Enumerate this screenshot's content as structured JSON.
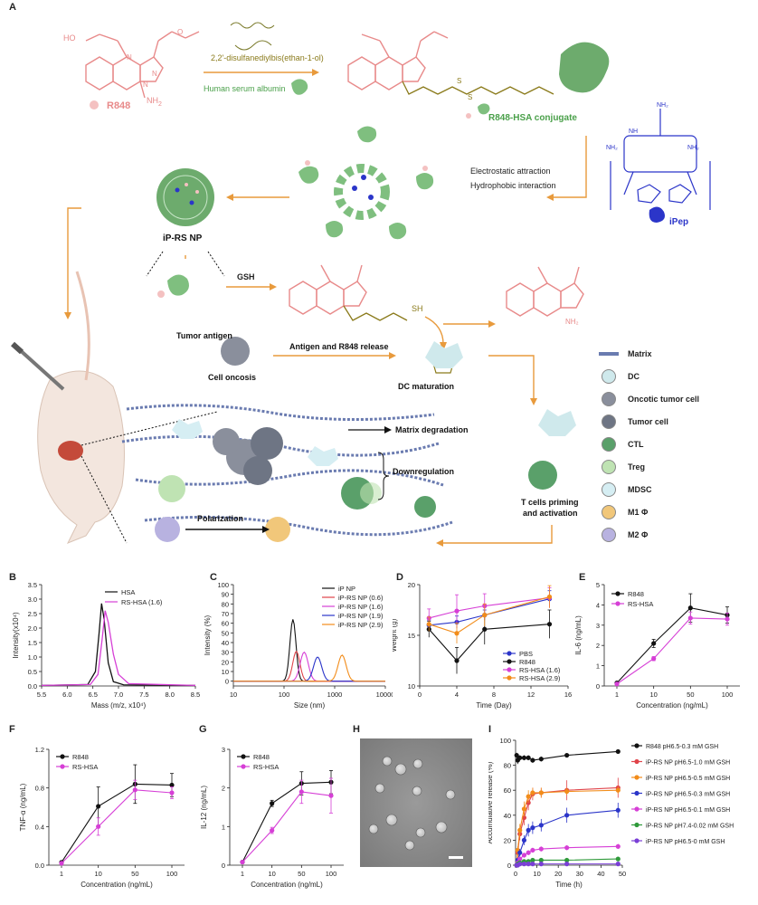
{
  "panels": {
    "A": "A",
    "B": "B",
    "C": "C",
    "D": "D",
    "E": "E",
    "F": "F",
    "G": "G",
    "H": "H",
    "I": "I"
  },
  "schematic": {
    "r848_label": "R848",
    "nh2": "NH",
    "nh2_sub": "2",
    "reagent": "2,2'-disulfanediylbis(ethan-1-ol)",
    "albumin": "Human serum albumin",
    "conjugate": "R848-HSA conjugate",
    "electrostatic": "Electrostatic attraction",
    "hydrophobic": "Hydrophobic interaction",
    "nanoparticle": "iP-RS NP",
    "ipep": "iPep",
    "gsh": "GSH",
    "tumor_antigen": "Tumor antigen",
    "antigen_release": "Antigen and R848 release",
    "cell_oncosis": "Cell oncosis",
    "dc_maturation": "DC maturation",
    "matrix_degradation": "Matrix degradation",
    "downregulation": "Downregulation",
    "polarization": "Polarization",
    "t_cells_1": "T cells priming",
    "t_cells_2": "and activation",
    "legend": [
      {
        "label": "Matrix",
        "color": "#6a7bb0"
      },
      {
        "label": "DC",
        "color": "#cfe9ec"
      },
      {
        "label": "Oncotic tumor cell",
        "color": "#8a8f9c"
      },
      {
        "label": "Tumor cell",
        "color": "#6e7584"
      },
      {
        "label": "CTL",
        "color": "#5aa06a"
      },
      {
        "label": "Treg",
        "color": "#bfe3b3"
      },
      {
        "label": "MDSC",
        "color": "#d6eef3"
      },
      {
        "label": "M1 Φ",
        "color": "#f1c77a"
      },
      {
        "label": "M2 Φ",
        "color": "#b8b2e0"
      }
    ]
  },
  "chart_data": [
    {
      "panel": "B",
      "type": "line",
      "xlabel": "Mass (m/z, x10⁴)",
      "ylabel": "Intensity(x10⁴)",
      "xlim": [
        5.5,
        8.5
      ],
      "ylim": [
        0,
        3.5
      ],
      "xticks": [
        "5.5",
        "6.0",
        "6.5",
        "7.0",
        "7.5",
        "8.0",
        "8.5"
      ],
      "yticks": [
        "0.0",
        "0.5",
        "1.0",
        "1.5",
        "2.0",
        "2.5",
        "3.0",
        "3.5"
      ],
      "legend": [
        "HSA",
        "RS-HSA (1.6)"
      ],
      "series": [
        {
          "name": "HSA",
          "color": "#111111",
          "x": [
            5.5,
            6.4,
            6.55,
            6.62,
            6.67,
            6.72,
            6.8,
            6.9,
            7.1,
            8.5
          ],
          "y": [
            0.02,
            0.05,
            0.5,
            1.8,
            2.85,
            2.3,
            0.8,
            0.15,
            0.04,
            0.02
          ]
        },
        {
          "name": "RS-HSA (1.6)",
          "color": "#d63fd6",
          "x": [
            5.5,
            6.45,
            6.6,
            6.68,
            6.74,
            6.8,
            6.9,
            7.0,
            7.2,
            8.5
          ],
          "y": [
            0.02,
            0.05,
            0.4,
            1.6,
            2.6,
            2.2,
            1.1,
            0.4,
            0.08,
            0.02
          ]
        }
      ]
    },
    {
      "panel": "C",
      "type": "line",
      "xlabel": "Size (nm)",
      "ylabel": "Intensity (%)",
      "xlog": true,
      "xlim": [
        10,
        10000
      ],
      "ylim": [
        -5,
        100
      ],
      "xticks": [
        "10",
        "100",
        "1000",
        "10000"
      ],
      "yticks": [
        "0",
        "10",
        "20",
        "30",
        "40",
        "50",
        "60",
        "70",
        "80",
        "90",
        "100"
      ],
      "legend": [
        "iP NP",
        "iP-RS NP (0.6)",
        "iP-RS NP (1.6)",
        "iP-RS NP (1.9)",
        "iP-RS NP (2.9)"
      ],
      "series": [
        {
          "name": "iP NP",
          "color": "#111111",
          "peak": 150,
          "height": 64,
          "width": 0.06
        },
        {
          "name": "iP-RS NP (0.6)",
          "color": "#e0444a",
          "peak": 175,
          "height": 31,
          "width": 0.07
        },
        {
          "name": "iP-RS NP (1.6)",
          "color": "#d63fd6",
          "peak": 250,
          "height": 30,
          "width": 0.08
        },
        {
          "name": "iP-RS NP (1.9)",
          "color": "#2b35c9",
          "peak": 460,
          "height": 25,
          "width": 0.08
        },
        {
          "name": "iP-RS NP (2.9)",
          "color": "#f28c1a",
          "peak": 1400,
          "height": 27,
          "width": 0.08
        }
      ]
    },
    {
      "panel": "D",
      "type": "line",
      "xlabel": "Time (Day)",
      "ylabel": "Weight (g)",
      "xlim": [
        0,
        16
      ],
      "ylim": [
        10,
        20
      ],
      "xticks": [
        "0",
        "4",
        "8",
        "12",
        "16"
      ],
      "yticks": [
        "10",
        "15",
        "20"
      ],
      "x": [
        1,
        4,
        7,
        14
      ],
      "legend": [
        "PBS",
        "R848",
        "RS-HSA (1.6)",
        "RS-HSA (2.9)"
      ],
      "series": [
        {
          "name": "PBS",
          "color": "#2b35c9",
          "values": [
            16.0,
            16.3,
            17.0,
            18.6
          ],
          "err": [
            0.5,
            0.6,
            0.5,
            0.8
          ]
        },
        {
          "name": "R848",
          "color": "#111111",
          "values": [
            15.6,
            12.5,
            15.6,
            16.1
          ],
          "err": [
            0.8,
            1.3,
            1.5,
            1.4
          ]
        },
        {
          "name": "RS-HSA (1.6)",
          "color": "#d63fd6",
          "values": [
            16.7,
            17.4,
            17.9,
            18.7
          ],
          "err": [
            0.9,
            1.6,
            1.2,
            1.0
          ]
        },
        {
          "name": "RS-HSA (2.9)",
          "color": "#f28c1a",
          "values": [
            16.1,
            15.2,
            17.0,
            18.8
          ],
          "err": [
            0.7,
            1.0,
            1.1,
            1.1
          ]
        }
      ]
    },
    {
      "panel": "E",
      "type": "line",
      "xlabel": "Concentration (ng/mL)",
      "ylabel": "IL-6 (ng/mL)",
      "categories": [
        "1",
        "10",
        "50",
        "100"
      ],
      "ylim": [
        0,
        5
      ],
      "yticks": [
        "0",
        "1",
        "2",
        "3",
        "4",
        "5"
      ],
      "legend": [
        "R848",
        "RS-HSA"
      ],
      "series": [
        {
          "name": "R848",
          "color": "#111111",
          "values": [
            0.15,
            2.1,
            3.85,
            3.5
          ],
          "err": [
            0.05,
            0.2,
            0.7,
            0.4
          ]
        },
        {
          "name": "RS-HSA",
          "color": "#d63fd6",
          "values": [
            0.1,
            1.35,
            3.35,
            3.3
          ],
          "err": [
            0.04,
            0.1,
            0.3,
            0.3
          ]
        }
      ]
    },
    {
      "panel": "F",
      "type": "line",
      "xlabel": "Concentration (ng/mL)",
      "ylabel": "TNF-α (ng/mL)",
      "categories": [
        "1",
        "10",
        "50",
        "100"
      ],
      "ylim": [
        0,
        1.2
      ],
      "yticks": [
        "0.0",
        "0.4",
        "0.8",
        "1.2"
      ],
      "legend": [
        "R848",
        "RS-HSA"
      ],
      "series": [
        {
          "name": "R848",
          "color": "#111111",
          "values": [
            0.03,
            0.61,
            0.84,
            0.83
          ],
          "err": [
            0.01,
            0.2,
            0.2,
            0.12
          ]
        },
        {
          "name": "RS-HSA",
          "color": "#d63fd6",
          "values": [
            0.02,
            0.4,
            0.78,
            0.75
          ],
          "err": [
            0.01,
            0.09,
            0.1,
            0.06
          ]
        }
      ]
    },
    {
      "panel": "G",
      "type": "line",
      "xlabel": "Concentration (ng/mL)",
      "ylabel": "IL-12 (ng/mL)",
      "categories": [
        "1",
        "10",
        "50",
        "100"
      ],
      "ylim": [
        0,
        3
      ],
      "yticks": [
        "0",
        "1",
        "2",
        "3"
      ],
      "legend": [
        "R848",
        "RS-HSA"
      ],
      "series": [
        {
          "name": "R848",
          "color": "#111111",
          "values": [
            0.08,
            1.6,
            2.12,
            2.15
          ],
          "err": [
            0.03,
            0.08,
            0.3,
            0.3
          ]
        },
        {
          "name": "RS-HSA",
          "color": "#d63fd6",
          "values": [
            0.08,
            0.9,
            1.9,
            1.8
          ],
          "err": [
            0.03,
            0.08,
            0.3,
            0.45
          ]
        }
      ]
    },
    {
      "panel": "I",
      "type": "line",
      "xlabel": "Time (h)",
      "ylabel": "Accumulative release (%)",
      "xlim": [
        0,
        50
      ],
      "ylim": [
        0,
        100
      ],
      "xticks": [
        "0",
        "10",
        "20",
        "30",
        "40",
        "50"
      ],
      "yticks": [
        "0",
        "20",
        "40",
        "60",
        "80",
        "100"
      ],
      "legend": [
        "R848 pH6.5-0.3 mM GSH",
        "iP-RS NP pH6.5-1.0 mM GSH",
        "iP-RS NP pH6.5-0.5 mM GSH",
        "iP-RS NP pH6.5-0.3 mM GSH",
        "iP-RS NP pH6.5-0.1 mM GSH",
        "iP-RS NP pH7.4-0.02 mM GSH",
        "iP-RS NP pH6.5-0 mM GSH"
      ],
      "x": [
        0.5,
        1,
        2,
        4,
        6,
        8,
        12,
        24,
        48
      ],
      "series": [
        {
          "name": "R848 pH6.5-0.3 mM GSH",
          "color": "#111111",
          "values": [
            88,
            84,
            86,
            86,
            86,
            84,
            85,
            88,
            91
          ],
          "err": [
            2,
            3,
            2,
            2,
            2,
            2,
            2,
            1,
            1
          ]
        },
        {
          "name": "iP-RS NP pH6.5-1.0 mM GSH",
          "color": "#e0444a",
          "values": [
            0,
            10,
            25,
            38,
            50,
            57,
            58,
            60,
            62
          ],
          "err": [
            0,
            3,
            5,
            6,
            6,
            5,
            4,
            8,
            8
          ]
        },
        {
          "name": "iP-RS NP pH6.5-0.5 mM GSH",
          "color": "#f28c1a",
          "values": [
            0,
            12,
            28,
            45,
            55,
            58,
            58,
            59,
            60
          ],
          "err": [
            0,
            3,
            5,
            6,
            5,
            4,
            4,
            3,
            3
          ]
        },
        {
          "name": "iP-RS NP pH6.5-0.3 mM GSH",
          "color": "#2b35c9",
          "values": [
            0,
            4,
            10,
            20,
            28,
            30,
            32,
            40,
            44
          ],
          "err": [
            0,
            2,
            3,
            4,
            5,
            5,
            5,
            6,
            6
          ]
        },
        {
          "name": "iP-RS NP pH6.5-0.1 mM GSH",
          "color": "#d63fd6",
          "values": [
            0,
            2,
            5,
            8,
            10,
            12,
            13,
            14,
            15
          ],
          "err": [
            0,
            1,
            1,
            2,
            2,
            2,
            2,
            2,
            2
          ]
        },
        {
          "name": "iP-RS NP pH7.4-0.02 mM GSH",
          "color": "#2f9a3a",
          "values": [
            0,
            1,
            2,
            3,
            3,
            4,
            4,
            4,
            5
          ],
          "err": [
            0,
            1,
            1,
            1,
            1,
            1,
            1,
            1,
            1
          ]
        },
        {
          "name": "iP-RS NP pH6.5-0 mM GSH",
          "color": "#7a3fd6",
          "values": [
            0,
            0,
            1,
            1,
            1,
            1,
            1,
            1,
            1
          ],
          "err": [
            0,
            0,
            0,
            0,
            0,
            0,
            0,
            0,
            0
          ]
        }
      ]
    }
  ]
}
